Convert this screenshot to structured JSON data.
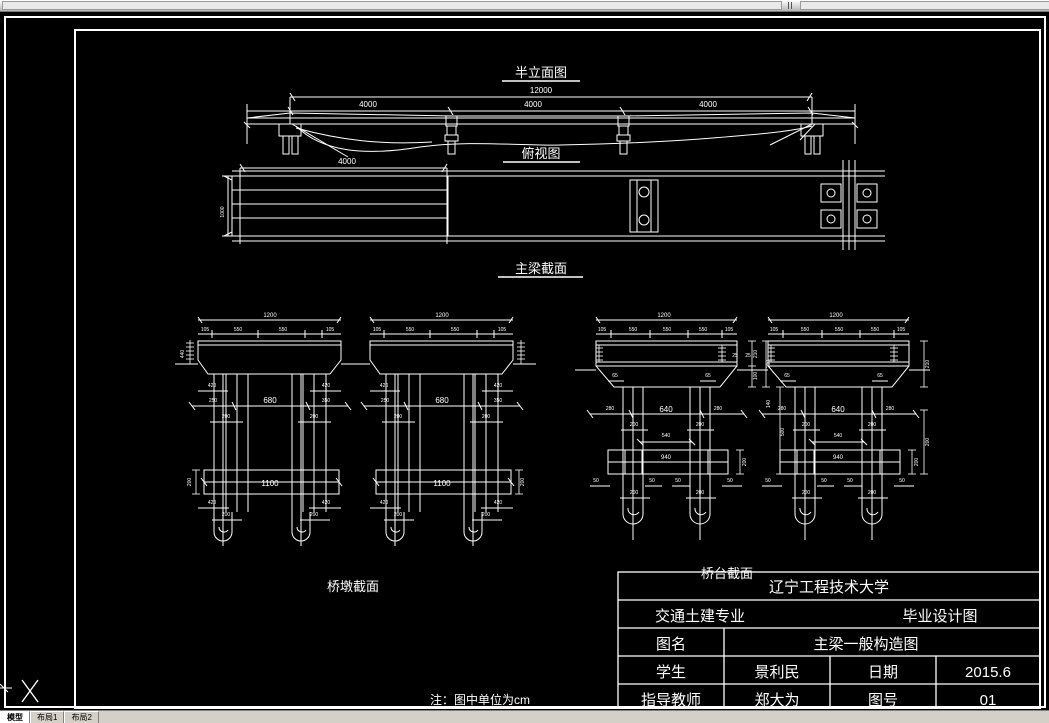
{
  "app": {
    "name": "AutoCAD drawing area",
    "background": "#000000",
    "line_color": "#ffffff"
  },
  "tabs": [
    {
      "label": "模型",
      "active": true
    },
    {
      "label": "布局1",
      "active": false
    },
    {
      "label": "布局2",
      "active": false
    }
  ],
  "views": {
    "elevation": {
      "title": "半立面图",
      "overall_span": "12000",
      "span_labels": [
        "4000",
        "4000",
        "4000"
      ]
    },
    "plan": {
      "title": "俯视图",
      "deck_width": "4000",
      "side_dim": "1000"
    },
    "girder": {
      "title": "主梁截面"
    },
    "pier": {
      "title": "桥墩截面",
      "top_width": "1200",
      "top_segments": [
        "105",
        "550",
        "550",
        "105"
      ],
      "web_dims": [
        "420",
        "250",
        "680",
        "350",
        "420"
      ],
      "pile_dims": [
        "200",
        "200"
      ],
      "cap_width": "1100",
      "cap_height": "200",
      "side_heights": [
        "440",
        "100"
      ]
    },
    "abutment": {
      "title": "桥台截面",
      "top_width": "1200",
      "top_segments": [
        "105",
        "550",
        "550",
        "550",
        "105"
      ],
      "haunch": [
        "25",
        "25",
        "65",
        "65"
      ],
      "web_dims": [
        "280",
        "640",
        "280"
      ],
      "cap_label": "940",
      "cap_upper": "540",
      "cap_height": "200",
      "pile_offsets": [
        "50",
        "50",
        "50",
        "50"
      ],
      "pile_dims": [
        "200",
        "200"
      ],
      "right_heights": [
        "210",
        "210",
        "100",
        "140",
        "500"
      ]
    }
  },
  "note": "注：图中单位为cm",
  "title_block": {
    "university": "辽宁工程技术大学",
    "major": "交通土建专业",
    "doc_type": "毕业设计图",
    "rows": [
      {
        "label": "图名",
        "value": "主梁一般构造图"
      },
      {
        "label": "学生",
        "value": "景利民",
        "label2": "日期",
        "value2": "2015.6"
      },
      {
        "label": "指导教师",
        "value": "郑大为",
        "label2": "图号",
        "value2": "01"
      }
    ]
  }
}
